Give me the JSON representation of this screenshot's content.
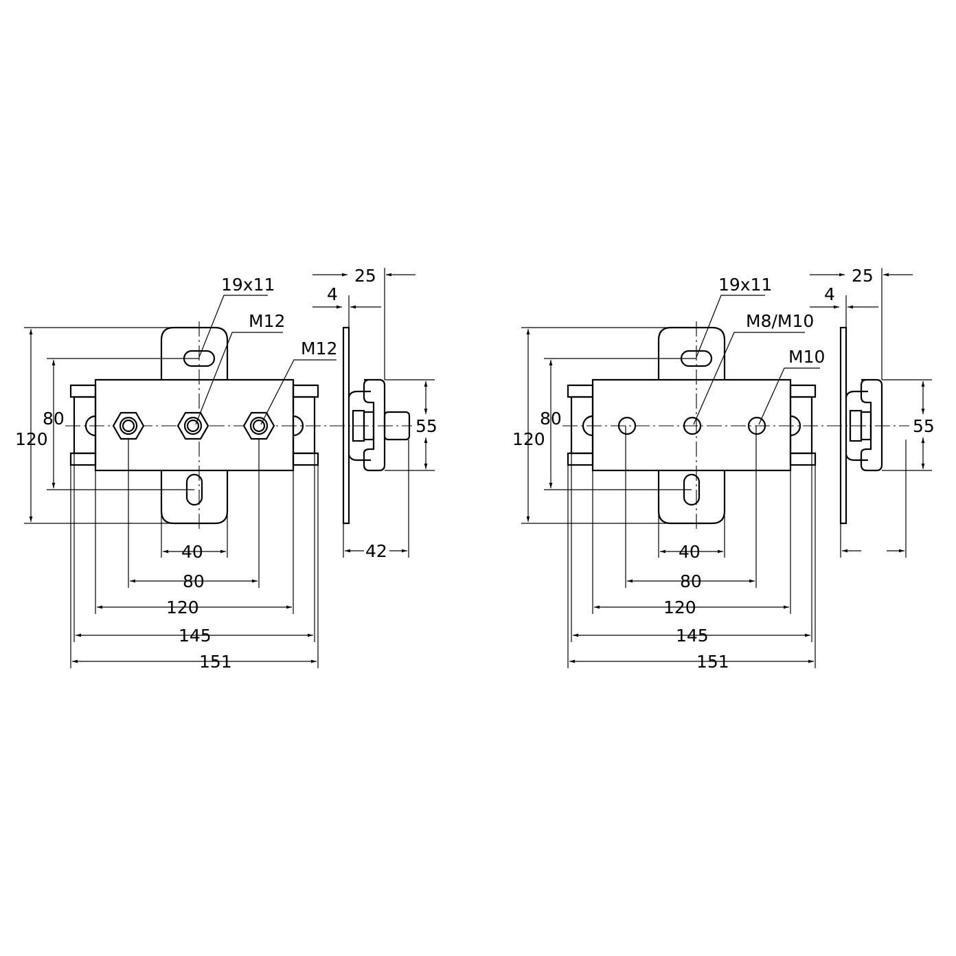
{
  "views": [
    {
      "name": "variant-nut-studs",
      "labels": {
        "slot": "19x11",
        "center_thread": "M12",
        "side_thread": "M12"
      },
      "dims": {
        "height_total": "120",
        "slot_spacing": "80",
        "tab_width": "40",
        "stud_spacing": "80",
        "block_width": "120",
        "flange_inner": "145",
        "flange_outer": "151",
        "depth": "42",
        "offset": "25",
        "plate_thickness": "4",
        "channel_height": "55"
      }
    },
    {
      "name": "variant-threaded-holes",
      "labels": {
        "slot": "19x11",
        "center_thread": "M8/M10",
        "side_thread": "M10"
      },
      "dims": {
        "height_total": "120",
        "slot_spacing": "80",
        "tab_width": "40",
        "stud_spacing": "80",
        "block_width": "120",
        "flange_inner": "145",
        "flange_outer": "151",
        "offset": "25",
        "plate_thickness": "4",
        "channel_height": "55"
      }
    }
  ]
}
